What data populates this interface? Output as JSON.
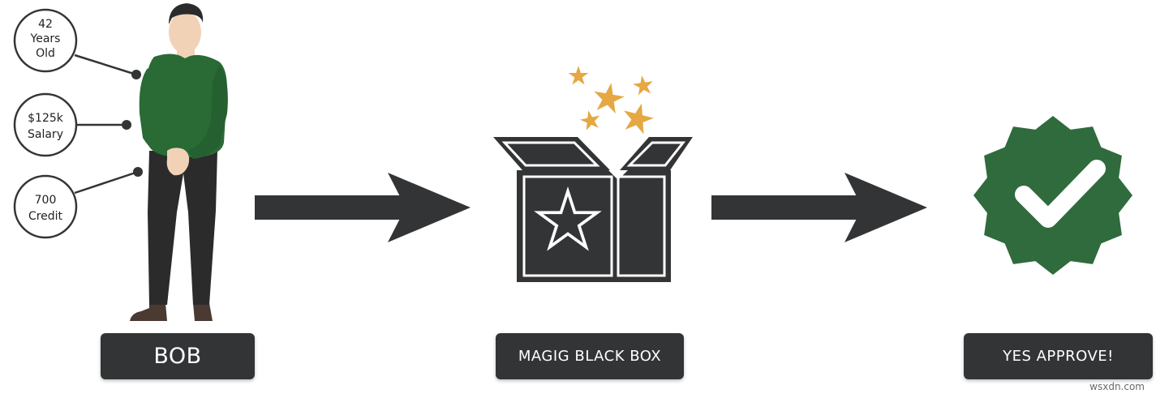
{
  "person": {
    "name": "BOB",
    "attributes": [
      {
        "line1": "42",
        "line2": "Years",
        "line3": "Old"
      },
      {
        "line1": "$125k",
        "line2": "Salary"
      },
      {
        "line1": "700",
        "line2": "Credit"
      }
    ]
  },
  "black_box": {
    "label": "MAGIG BLACK BOX"
  },
  "result": {
    "label": "YES APPROVE!"
  },
  "watermark": "wsxdn.com",
  "colors": {
    "dark": "#333435",
    "shirt_green": "#2a6a35",
    "badge_green": "#2f6b3c",
    "star_gold": "#e5a843",
    "skin": "#f2d2b6"
  }
}
